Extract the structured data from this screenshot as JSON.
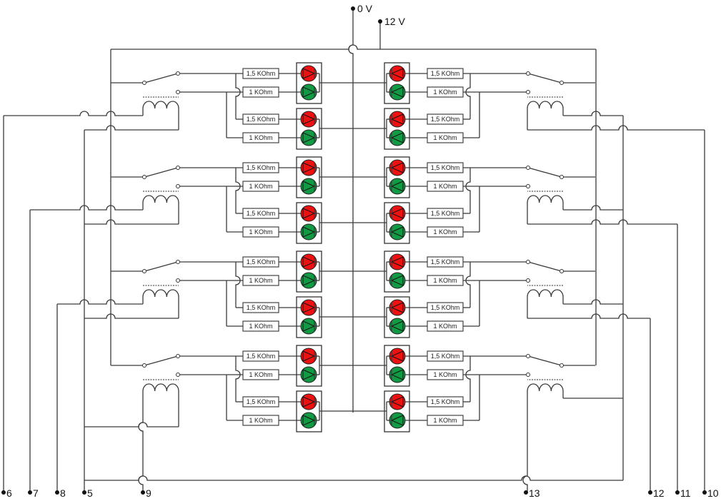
{
  "supply": {
    "ground_label": "0 V",
    "positive_label": "12 V"
  },
  "resistors": {
    "red_value": "1,5 KOhm",
    "green_value": "1 KOhm"
  },
  "terminals": {
    "left_relay_1": "6",
    "left_relay_2": "7",
    "left_relay_3": "8",
    "left_common": "5",
    "left_relay_4": "9",
    "right_relay_4": "13",
    "right_relay_3": "12",
    "right_relay_2": "11",
    "right_relay_1": "10"
  },
  "colors": {
    "red_led": "#ee1111",
    "green_led": "#119944",
    "wire": "#3a3a3a"
  },
  "layout_summary": {
    "relays_per_side": 4,
    "led_modules_per_relay": 2
  }
}
